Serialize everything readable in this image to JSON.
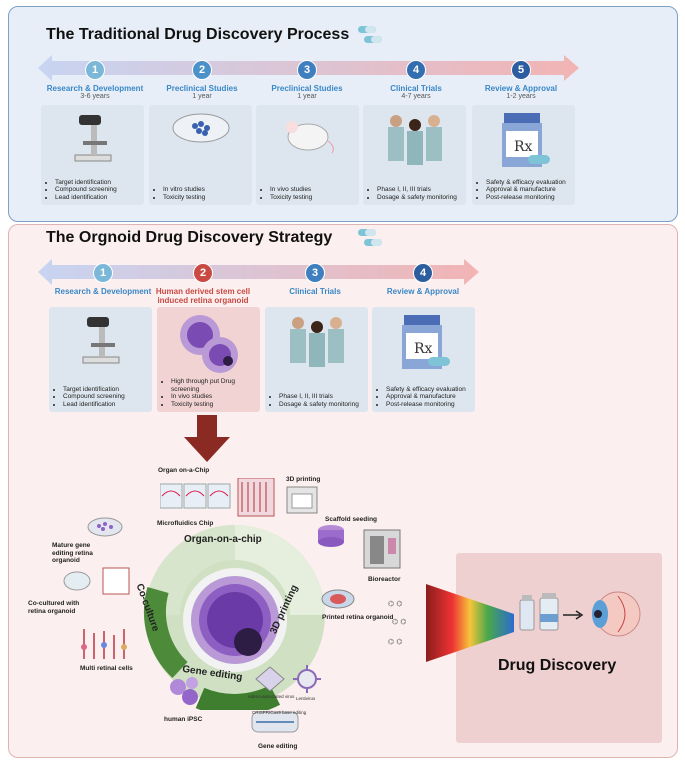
{
  "colors": {
    "step1": "#7bb8d8",
    "step2": "#4c92c9",
    "step3": "#3f7fbf",
    "step4": "#336eb0",
    "step5": "#2c5d9e",
    "red_step": "#c94a43",
    "arrow_down": "#8b2a22"
  },
  "traditional": {
    "title": "The Traditional Drug Discovery Process",
    "steps": [
      {
        "num": "1",
        "label": "Research & Development",
        "sub": "3-6 years"
      },
      {
        "num": "2",
        "label": "Preclinical Studies",
        "sub": "1 year"
      },
      {
        "num": "3",
        "label": "Preclinical Studies",
        "sub": "1 year"
      },
      {
        "num": "4",
        "label": "Clinical Trials",
        "sub": "4-7 years"
      },
      {
        "num": "5",
        "label": "Review & Approval",
        "sub": "1-2 years"
      }
    ],
    "cards": [
      {
        "bullets": [
          "Target identification",
          "Compound screening",
          "Lead identification"
        ]
      },
      {
        "bullets": [
          "In vitro studies",
          "Toxicity testing"
        ]
      },
      {
        "bullets": [
          "In vivo studies",
          "Toxicity testing"
        ]
      },
      {
        "bullets": [
          "Phase I, II, III trials",
          "Dosage & safety monitoring"
        ]
      },
      {
        "bullets": [
          "Safety & efficacy evaluation",
          "Approval & manufacture",
          "Post-release monitoring"
        ]
      }
    ]
  },
  "organoid": {
    "title": "The Orgnoid Drug Discovery Strategy",
    "steps": [
      {
        "num": "1",
        "label": "Research & Development"
      },
      {
        "num": "2",
        "label": "Human derived stem cell induced retina organoid"
      },
      {
        "num": "3",
        "label": "Clinical Trials"
      },
      {
        "num": "4",
        "label": "Review & Approval"
      }
    ],
    "cards": [
      {
        "bullets": [
          "Target identification",
          "Compound screening",
          "Lead identification"
        ]
      },
      {
        "bullets": [
          "High through put Drug screening",
          "In vivo studies",
          "Toxicity testing"
        ]
      },
      {
        "bullets": [
          "Phase I, II, III trials",
          "Dosage & safety monitoring"
        ]
      },
      {
        "bullets": [
          "Safety & efficacy evaluation",
          "Approval & manufacture",
          "Post-release monitoring"
        ]
      }
    ]
  },
  "diagram": {
    "ring": {
      "top": "Organ-on-a-chip",
      "left": "Co-culture",
      "right": "3D printing",
      "bottom": "Gene editing"
    },
    "labels": {
      "organ_on_chip": "Organ on-a-Chip",
      "microfluidics": "Microfluidics Chip",
      "printing3d": "3D printing",
      "scaffold": "Scaffold seeding",
      "bioreactor": "Bioreactor",
      "printed": "Printed retina organoid",
      "mature": "Mature gene editing retina organoid",
      "cocultured": "Co-cultured with retina organoid",
      "multi": "Multi retinal cells",
      "ipsc": "human iPSC",
      "gene_editing": "Gene editing",
      "aav": "Adeno-associated virus",
      "lenti": "Lentivirus",
      "crispr": "CRISPR/Cas9 base editing",
      "drug_discovery": "Drug Discovery"
    }
  }
}
